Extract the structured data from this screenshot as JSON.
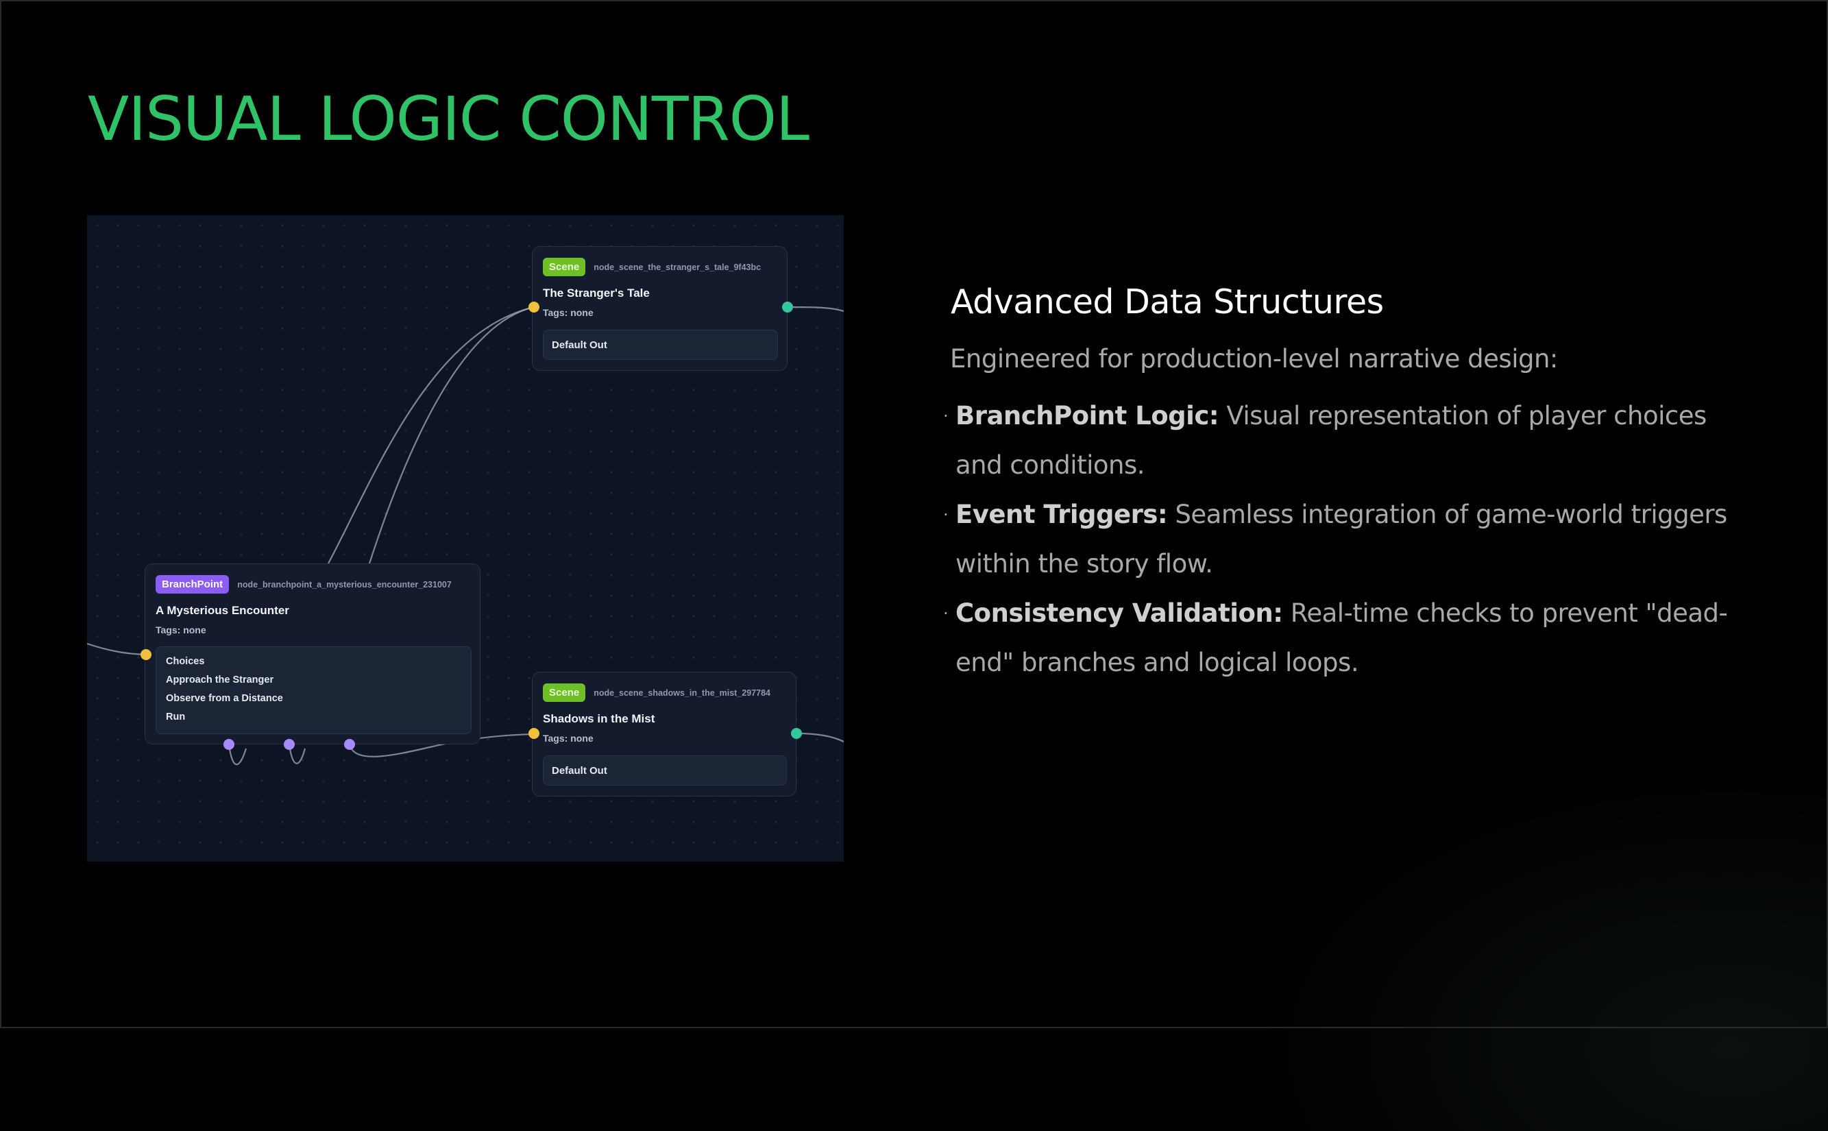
{
  "slide": {
    "title": "VISUAL LOGIC CONTROL"
  },
  "editor": {
    "nodes": {
      "stranger": {
        "type_label": "Scene",
        "id": "node_scene_the_stranger_s_tale_9f43bc",
        "title": "The Stranger's Tale",
        "tags": "Tags: none",
        "output": "Default Out"
      },
      "encounter": {
        "type_label": "BranchPoint",
        "id": "node_branchpoint_a_mysterious_encounter_231007",
        "title": "A Mysterious Encounter",
        "tags": "Tags: none",
        "choices_header": "Choices",
        "choices": [
          "Approach the Stranger",
          "Observe from a Distance",
          "Run"
        ]
      },
      "mist": {
        "type_label": "Scene",
        "id": "node_scene_shadows_in_the_mist_297784",
        "title": "Shadows in the Mist",
        "tags": "Tags: none",
        "output": "Default Out"
      }
    },
    "colors": {
      "scene_badge": "#6fbf26",
      "branch_badge": "#8b5cf6",
      "input_port": "#f2c03b",
      "output_port": "#34c79a",
      "choice_port": "#a78bfa"
    }
  },
  "panel": {
    "heading": "Advanced Data Structures",
    "intro": "Engineered for production-level narrative design:",
    "bullets": [
      {
        "marker": "·",
        "term": "BranchPoint Logic:",
        "text": " Visual representation of player choices and conditions."
      },
      {
        "marker": "·",
        "term": "Event Triggers:",
        "text": " Seamless integration of game-world triggers within the story flow."
      },
      {
        "marker": "·",
        "term": "Consistency Validation:",
        "text": " Real-time checks to prevent \"dead-end\" branches and logical loops."
      }
    ]
  },
  "theme": {
    "accent": "#2fc266",
    "background": "#000000",
    "canvas": "#0d1424"
  }
}
